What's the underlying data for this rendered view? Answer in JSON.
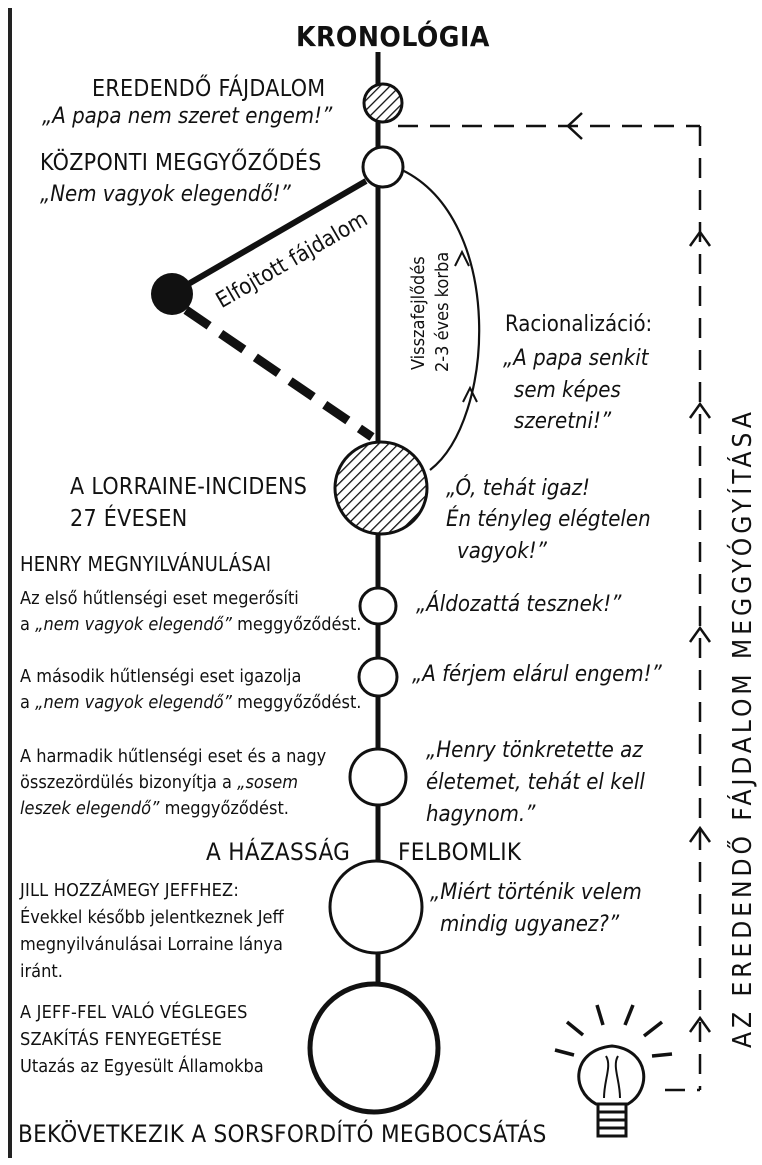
{
  "title": "KRONOLÓGIA",
  "origin": {
    "heading": "EREDENDŐ FÁJDALOM",
    "quote": "„A papa nem szeret engem!”"
  },
  "core_belief": {
    "heading": "KÖZPONTI MEGGYŐZŐDÉS",
    "quote": "„Nem vagyok elegendő!”"
  },
  "suppressed_pain": "Elfojtott fájdalom",
  "regression": {
    "line1": "Visszafejlődés",
    "line2": "2-3 éves korba"
  },
  "rationalization": {
    "label": "Racionalizáció:",
    "quote_line1": "„A papa senkit",
    "quote_line2": "sem képes",
    "quote_line3": "szeretni!”"
  },
  "lorraine": {
    "line1": "A LORRAINE-INCIDENS",
    "line2": "27 ÉVESEN",
    "quote_line1": "„Ó, tehát igaz!",
    "quote_line2": "Én tényleg elégtelen",
    "quote_line3": "vagyok!”"
  },
  "henry": {
    "heading": "HENRY MEGNYILVÁNULÁSAI",
    "first_line1": "Az első hűtlenségi eset megerősíti",
    "first_line2_pre": "a ",
    "first_line2_em": "„nem vagyok elegendő”",
    "first_line2_post": " meggyőződést.",
    "first_quote": "„Áldozattá tesznek!”",
    "second_line1": "A második hűtlenségi eset igazolja",
    "second_line2_pre": "a ",
    "second_line2_em": "„nem vagyok elegendő”",
    "second_line2_post": " meggyőződést.",
    "second_quote": "„A férjem elárul engem!”",
    "third_line1": "A harmadik hűtlenségi eset és a nagy",
    "third_line2_pre": "összezördülés bizonyítja a ",
    "third_line2_em": "„sosem",
    "third_line3_em": "leszek elegendő”",
    "third_line3_post": " meggyőződést.",
    "third_quote_line1": "„Henry tönkretette az",
    "third_quote_line2": "életemet, tehát el kell",
    "third_quote_line3": "hagynom.”"
  },
  "marriage": {
    "left": "A HÁZASSÁG",
    "right": "FELBOMLIK"
  },
  "jeff": {
    "heading": "JILL HOZZÁMEGY JEFFHEZ:",
    "line1": "Évekkel később jelentkeznek Jeff",
    "line2": "megnyilvánulásai Lorraine lánya",
    "line3": "iránt.",
    "quote_line1": "„Miért történik velem",
    "quote_line2": "mindig ugyanez?”"
  },
  "threat": {
    "line1": "A JEFF-FEL VALÓ VÉGLEGES",
    "line2": "SZAKÍTÁS FENYEGETÉSE",
    "line3": "Utazás az Egyesült Államokba"
  },
  "footer": "BEKÖVETKEZIK A SORSFORDÍTÓ MEGBOCSÁTÁS",
  "side_label": "AZ EREDENDŐ FÁJDALOM MEGGYÓGYÍTÁSA",
  "icons": [
    "light-bulb-icon",
    "arrow-up-icon",
    "arrow-left-icon"
  ],
  "colors": {
    "ink": "#111111",
    "background": "#ffffff"
  }
}
